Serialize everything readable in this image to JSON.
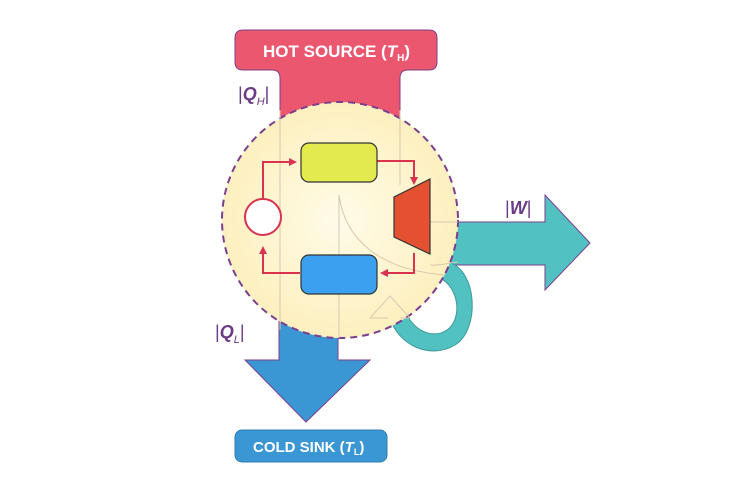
{
  "title": "Heat engine energy flow diagram",
  "hot_source": {
    "label": "HOT SOURCE (",
    "symbol": "T",
    "subscript": "H",
    "close": ")",
    "color": "#ec5770"
  },
  "cold_sink": {
    "label": "COLD SINK (",
    "symbol": "T",
    "subscript": "L",
    "close": ")",
    "color": "#3a97d4"
  },
  "heat_in": {
    "bar_left": "|",
    "symbol": "Q",
    "subscript": "H",
    "bar_right": "|"
  },
  "heat_out": {
    "bar_left": "|",
    "symbol": "Q",
    "subscript": "L",
    "bar_right": "|"
  },
  "work": {
    "bar_left": "|",
    "symbol": "W",
    "bar_right": "|",
    "color": "#52c1c2"
  },
  "engine": {
    "boundary_color": "#7b3f8e",
    "fill_color": "#fdf3c8",
    "cycle_color": "#d9334f",
    "boiler_color": "#e3ea4d",
    "condenser_color": "#3aa0ef",
    "turbine_color": "#e45131",
    "pump_color": "#ffffff"
  },
  "text_color": "#6b3b87"
}
